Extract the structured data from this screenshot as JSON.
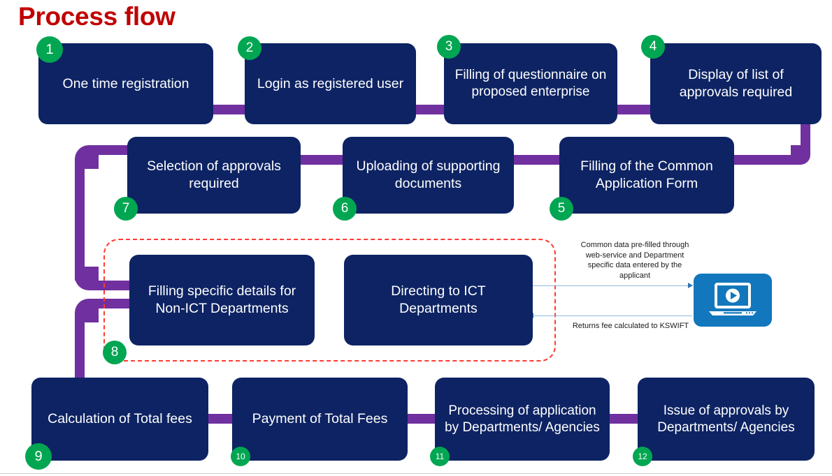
{
  "page": {
    "title": "Process flow",
    "title_color": "#C00000",
    "background": "#FFFFFF"
  },
  "theme": {
    "box_fill": "#0D2363",
    "box_text": "#FFFFFF",
    "connector": "#7030A0",
    "badge_fill": "#00A651",
    "badge_text": "#FFFFFF",
    "dashed_border": "#FF3B30",
    "arrow": "#8FB8DE",
    "icon_fill": "#1277BC"
  },
  "flow": {
    "row1": [
      {
        "number": "1",
        "label": "One time registration"
      },
      {
        "number": "2",
        "label": "Login as registered user"
      },
      {
        "number": "3",
        "label": "Filling of questionnaire on proposed enterprise"
      },
      {
        "number": "4",
        "label": "Display of list of approvals required"
      }
    ],
    "row2": [
      {
        "number": "7",
        "label": "Selection of approvals required"
      },
      {
        "number": "6",
        "label": "Uploading of supporting documents"
      },
      {
        "number": "5",
        "label": "Filling of the Common Application Form"
      }
    ],
    "row3": [
      {
        "number": "8",
        "label": "Filling specific details for Non-ICT Departments"
      },
      {
        "number": "",
        "label": "Directing to ICT Departments"
      }
    ],
    "row4": [
      {
        "number": "9",
        "label": "Calculation of Total fees"
      },
      {
        "number": "10",
        "label": "Payment of Total Fees"
      },
      {
        "number": "11",
        "label": "Processing of application by Departments/ Agencies"
      },
      {
        "number": "12",
        "label": "Issue of approvals by Departments/ Agencies"
      }
    ]
  },
  "annotations": {
    "outbound": "Common data pre-filled through web-service and Department specific data entered by the applicant",
    "inbound": "Returns fee calculated to KSWIFT"
  },
  "icons": {
    "ict_system": "laptop-play-icon"
  }
}
